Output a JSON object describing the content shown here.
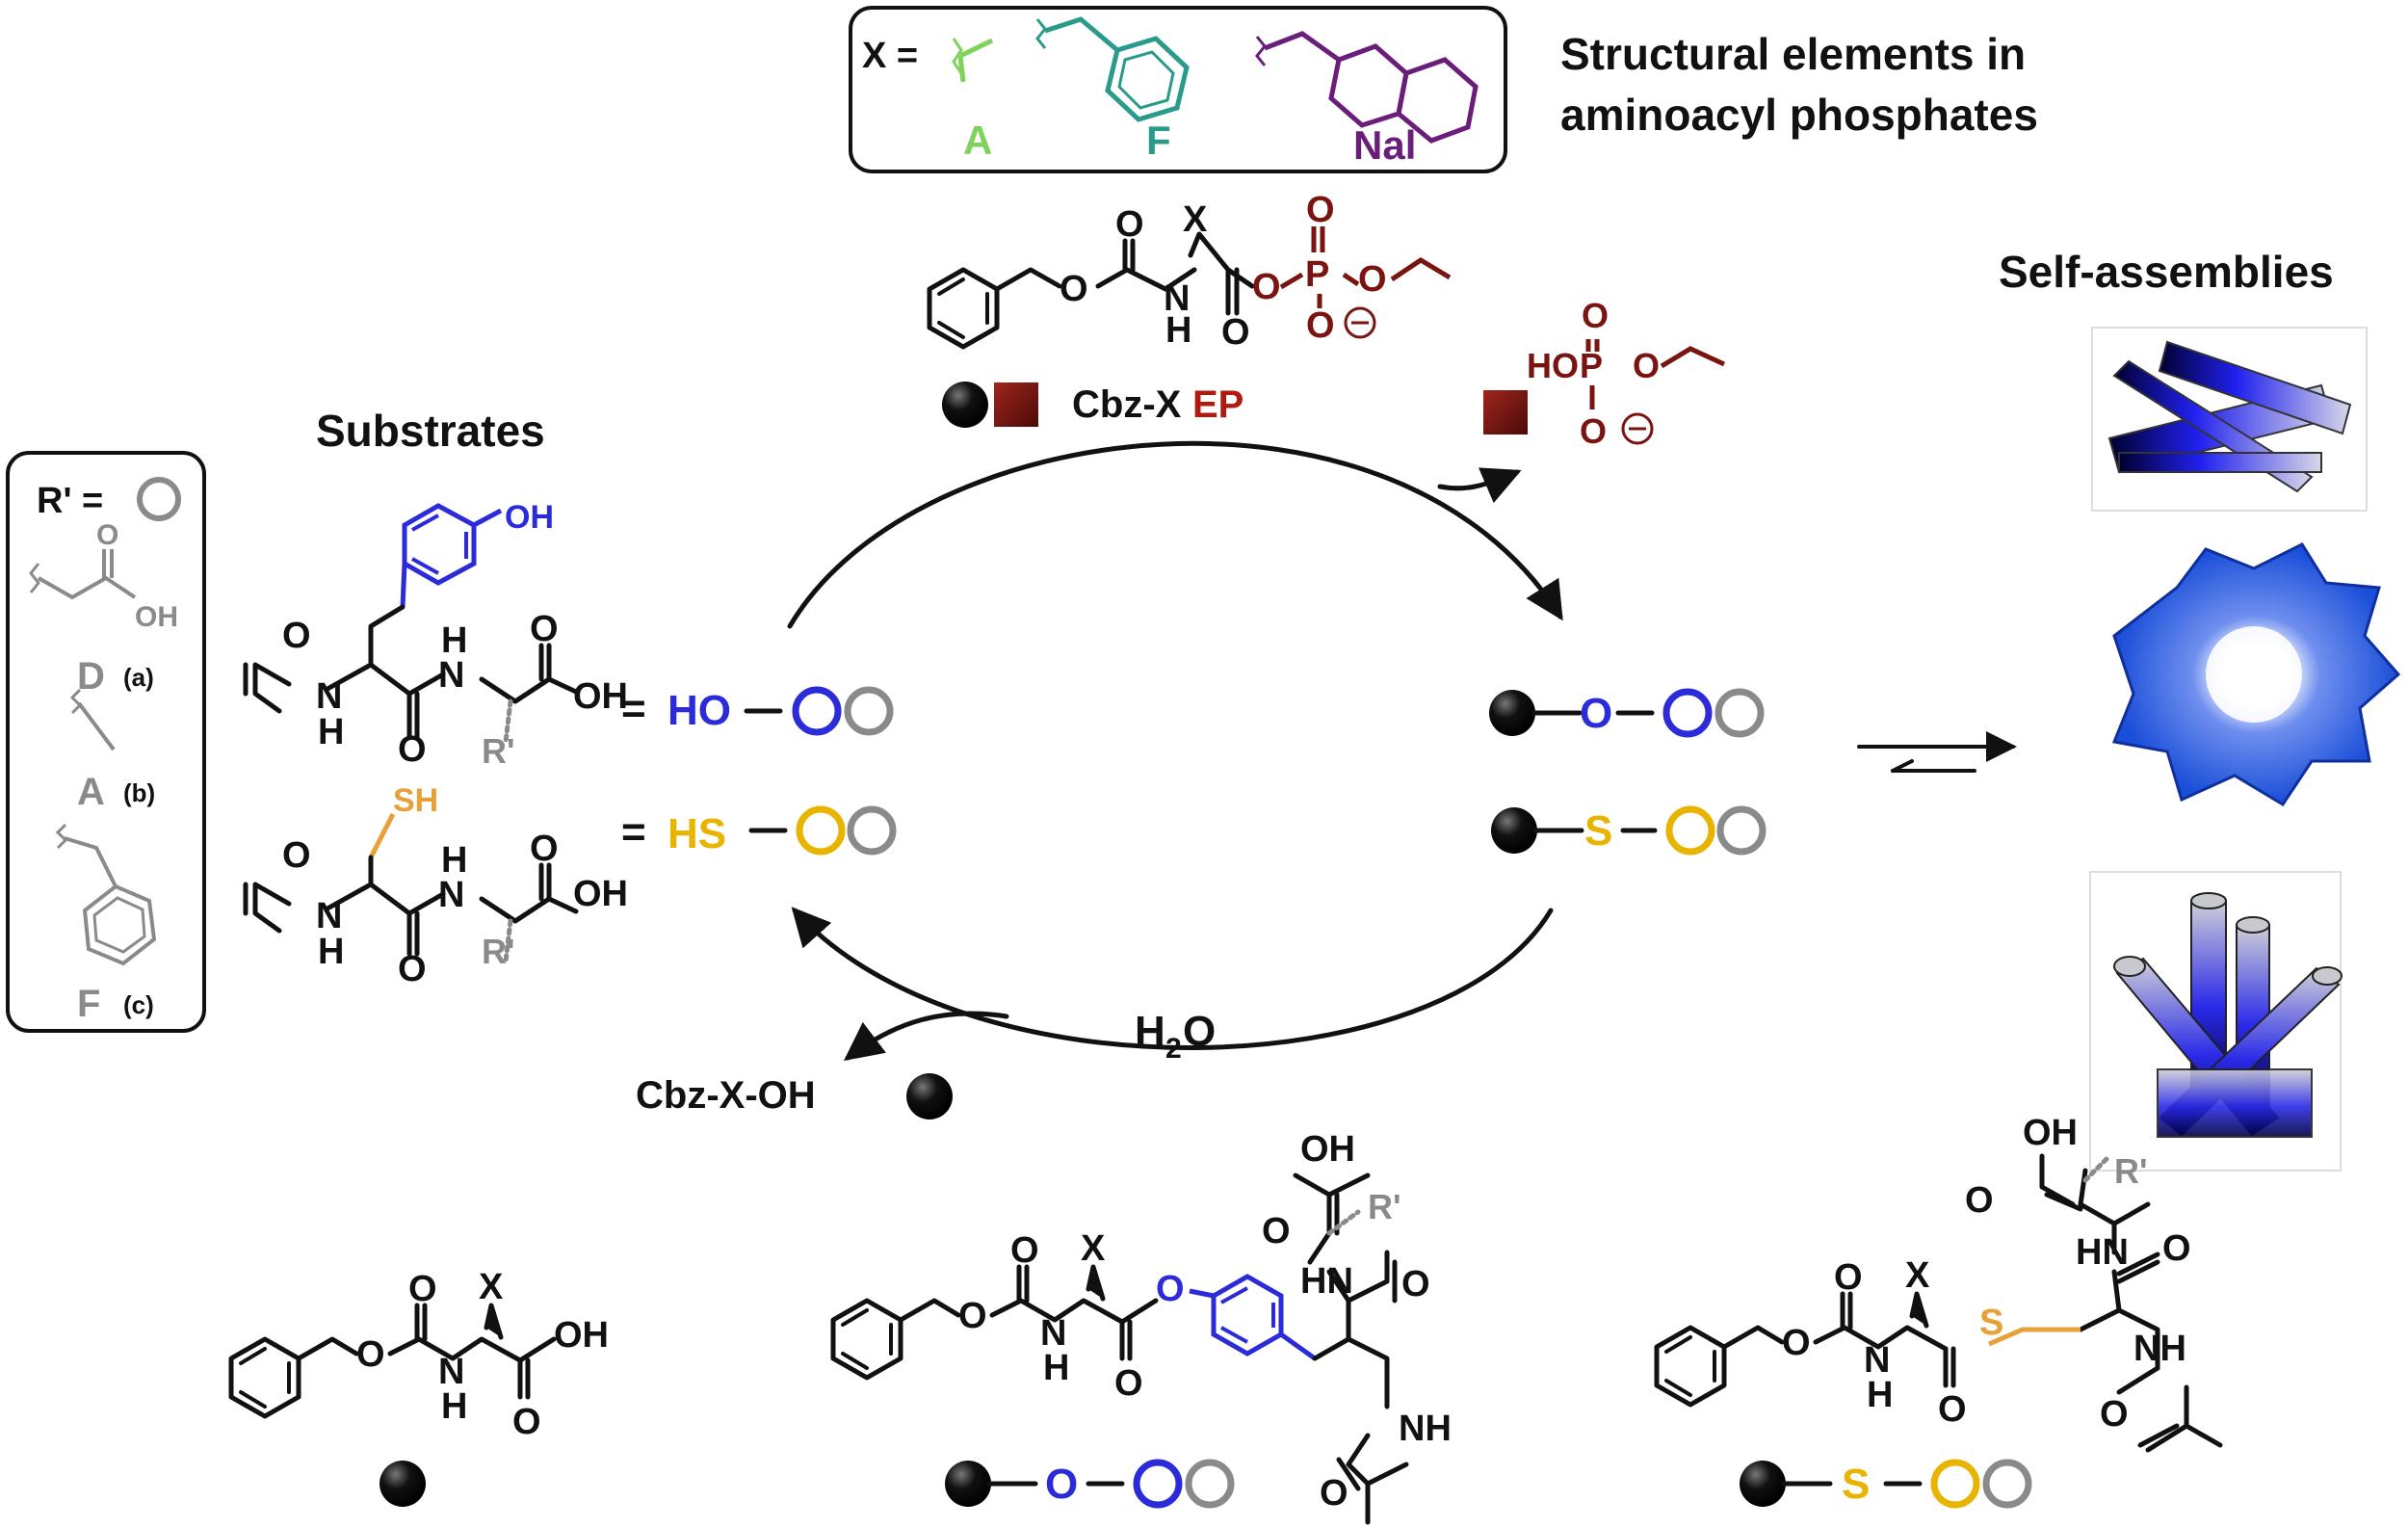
{
  "colors": {
    "black": "#111111",
    "blue": "#2b2bd9",
    "gold": "#e8b400",
    "gray": "#8a8a8a",
    "dark_red": "#7a1410",
    "green": "#7fd35a",
    "teal": "#2a9a8a",
    "purple": "#6a1e7a"
  },
  "icons": [
    "black-dot-icon",
    "red-square-icon",
    "blue-ring-icon",
    "gold-ring-icon",
    "gray-ring-icon",
    "reaction-arrow-icon"
  ],
  "x_box": {
    "label": "X =",
    "a": "A",
    "f": "F",
    "nal": "Nal"
  },
  "header": {
    "title_line1": "Structural elements in",
    "title_line2": "aminoacyl phosphates"
  },
  "reagent": {
    "x": "X",
    "o": "O",
    "p": "P",
    "h": "H",
    "n": "N",
    "name_prefix": "Cbz-X",
    "name_suffix": "EP"
  },
  "byproduct": {
    "ho": "HO",
    "p": "P",
    "o": "O"
  },
  "rprime_box": {
    "label": "R' =",
    "d": "D",
    "d_sub": "(a)",
    "a": "A",
    "a_sub": "(b)",
    "f": "F",
    "f_sub": "(c)",
    "oh": "OH",
    "o": "O"
  },
  "substrates": {
    "title": "Substrates",
    "oh": "OH",
    "sh": "SH",
    "o": "O",
    "n": "N",
    "h": "H",
    "rprime": "R'",
    "eq": "=",
    "ho": "HO",
    "hs": "HS"
  },
  "products": {
    "o": "O",
    "s": "S"
  },
  "cycle": {
    "water": "H",
    "water_sub": "2",
    "water_o": "O",
    "side_product": "Cbz-X-OH"
  },
  "assemblies": {
    "title": "Self-assemblies"
  },
  "bottom": {
    "o": "O",
    "s": "S",
    "x": "X",
    "oh": "OH",
    "n": "N",
    "h": "H",
    "hn": "HN",
    "nh": "NH",
    "rprime": "R'"
  }
}
